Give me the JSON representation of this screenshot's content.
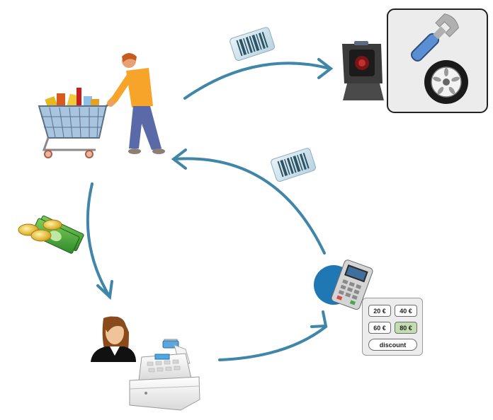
{
  "colors": {
    "arrow": "#3f86a8",
    "panel_bg": "#ececec",
    "selected_amount": "#c5dbb0",
    "wrench_blue": "#5b8fd4",
    "terminal_circle": "#1f78b4"
  },
  "nodes": [
    {
      "name": "shopper-with-cart",
      "icon": "shopping-cart-icon"
    },
    {
      "name": "barcode-scanner",
      "icon": "barcode-scanner-icon"
    },
    {
      "name": "repair-service",
      "icon": "wrench-tire-icon"
    },
    {
      "name": "cashier",
      "icon": "cashier-icon"
    },
    {
      "name": "cash-register",
      "icon": "cash-register-icon"
    },
    {
      "name": "payment-terminal",
      "icon": "card-terminal-icon"
    }
  ],
  "flow_labels": [
    {
      "name": "barcode-label-top",
      "icon": "barcode-icon"
    },
    {
      "name": "barcode-label-right",
      "icon": "barcode-icon"
    },
    {
      "name": "money-label",
      "icon": "cash-coins-icon"
    }
  ],
  "amount_panel": {
    "buttons": [
      "20 €",
      "40 €",
      "60 €",
      "80 €"
    ],
    "selected": "80 €",
    "discount": "discount"
  }
}
